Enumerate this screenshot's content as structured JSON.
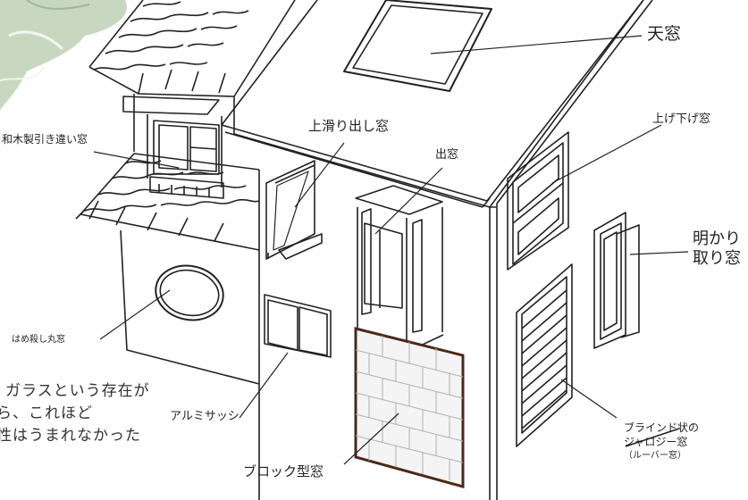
{
  "labels": {
    "skylight": "天窓",
    "top_slide_window": "上滑り出し窓",
    "double_hung_window": "上げ下げ窓",
    "bay_window": "出窓",
    "transom_window": [
      "明かり",
      "取り窓"
    ],
    "wooden_sliding_window": "和木製引き違い窓",
    "fixed_round_window": "はめ殺し丸窓",
    "aluminum_sash": "アルミサッシ",
    "block_window": "ブロック型窓",
    "jalousie_window": [
      "ブラインド状の",
      "ジャロジー窓",
      "（ルーバー窓）"
    ]
  },
  "caption": {
    "lines": [
      "ガラスという存在が",
      "ら、これほど",
      "性はうまれなかった"
    ]
  },
  "colors": {
    "line": "#222222",
    "block_border": "#4a2a18",
    "tree_green": "#c8d8c0"
  }
}
